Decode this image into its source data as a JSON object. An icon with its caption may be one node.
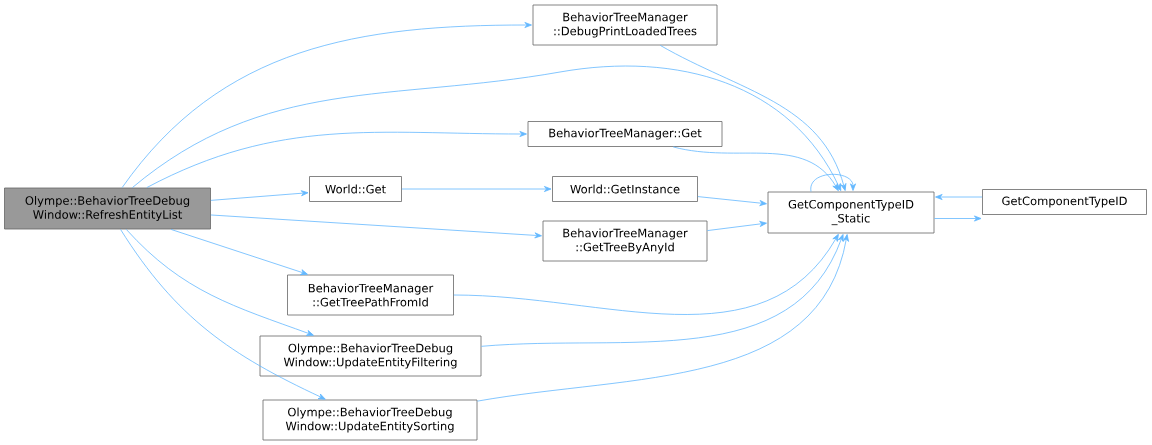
{
  "diagram": {
    "nodes": [
      {
        "text": [
          "Olympe::BehaviorTreeDebug Window::RefreshEntityList"
        ]
      },
      {
        "text": [
          "BehaviorTreeManager ::DebugPrintLoadedTrees"
        ]
      },
      {
        "text": [
          "GetComponentTypeID _Static"
        ]
      },
      {
        "text": [
          "BehaviorTreeManager::Get"
        ]
      },
      {
        "text": [
          "World::Get"
        ]
      },
      {
        "text": [
          "World::GetInstance"
        ]
      },
      {
        "text": [
          "BehaviorTreeManager ::GetTreeByAnyId"
        ]
      },
      {
        "text": [
          "BehaviorTreeManager ::GetTreePathFromId"
        ]
      },
      {
        "text": [
          "Olympe::BehaviorTreeDebug Window::UpdateEntityFiltering"
        ]
      },
      {
        "text": [
          "Olympe::BehaviorTreeDebug Window::UpdateEntitySorting"
        ]
      },
      {
        "text": [
          "GetComponentTypeID"
        ]
      }
    ],
    "edges": [
      {
        "from": 0,
        "to": 1,
        "arrow": "to"
      },
      {
        "from": 0,
        "to": 2,
        "arrow": "to"
      },
      {
        "from": 0,
        "to": 3,
        "arrow": "to"
      },
      {
        "from": 0,
        "to": 4,
        "arrow": "to"
      },
      {
        "from": 0,
        "to": 6,
        "arrow": "to"
      },
      {
        "from": 0,
        "to": 7,
        "arrow": "to"
      },
      {
        "from": 0,
        "to": 8,
        "arrow": "to"
      },
      {
        "from": 0,
        "to": 9,
        "arrow": "to"
      },
      {
        "from": 1,
        "to": 2,
        "arrow": "to"
      },
      {
        "from": 2,
        "to": 2,
        "arrow": "to"
      },
      {
        "from": 2,
        "to": 10,
        "arrow": "to"
      },
      {
        "from": 10,
        "to": 2,
        "arrow": "to"
      },
      {
        "from": 3,
        "to": 2,
        "arrow": "to"
      },
      {
        "from": 4,
        "to": 5,
        "arrow": "to"
      },
      {
        "from": 5,
        "to": 2,
        "arrow": "to"
      },
      {
        "from": 6,
        "to": 2,
        "arrow": "to"
      },
      {
        "from": 7,
        "to": 2,
        "arrow": "to"
      },
      {
        "from": 8,
        "to": 2,
        "arrow": "to"
      },
      {
        "from": 9,
        "to": 2,
        "arrow": "to"
      }
    ]
  }
}
